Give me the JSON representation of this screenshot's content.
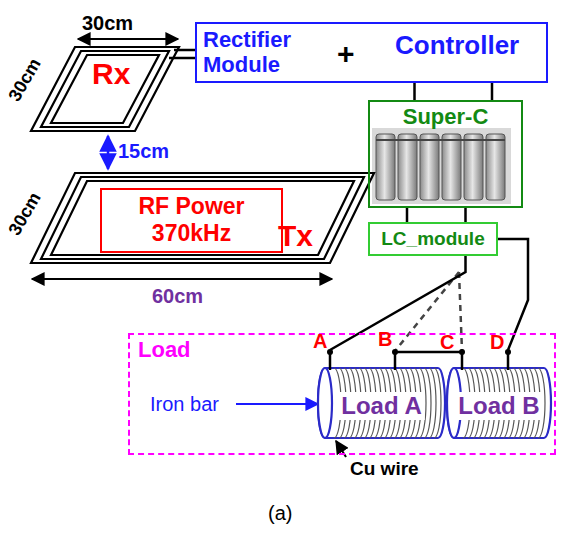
{
  "diagram": {
    "nodes": [
      {
        "text": [
          "Rx"
        ]
      },
      {
        "text": [
          "Rectifier Module",
          "+",
          "Controller"
        ]
      },
      {
        "text": [
          "Tx"
        ]
      },
      {
        "text": [
          "RF Power 370kHz"
        ],
        "in": 2
      },
      {
        "text": [
          "Super-C"
        ]
      },
      {
        "text": [
          "LC_module"
        ]
      },
      {
        "text": [
          "Load"
        ]
      },
      {
        "text": [
          "Load A"
        ],
        "in": 6
      },
      {
        "text": [
          "Load B"
        ],
        "in": 6
      }
    ],
    "edges": [
      {
        "from": 0,
        "to": 1,
        "arrow": "none"
      },
      {
        "from": 1,
        "to": 4,
        "arrow": "none"
      },
      {
        "from": 4,
        "to": 5,
        "arrow": "none"
      },
      {
        "from": 5,
        "to": 7,
        "arrow": "none"
      },
      {
        "from": 5,
        "to": 8,
        "arrow": "none"
      }
    ],
    "labels": [
      "30cm",
      "30cm",
      "30cm",
      "15cm",
      "60cm",
      "A",
      "B",
      "C",
      "D",
      "Iron bar",
      "Cu wire",
      "(a)"
    ]
  }
}
